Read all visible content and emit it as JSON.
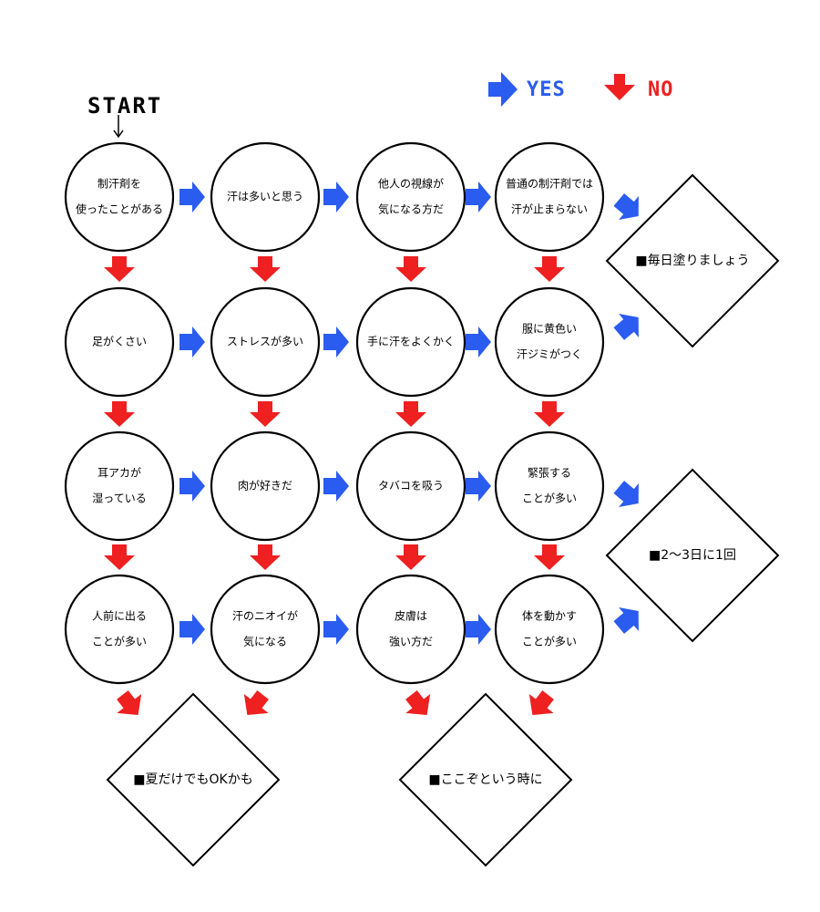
{
  "legend": {
    "yes_label": "YES",
    "no_label": "NO",
    "yes_color": "#2a5cf0",
    "no_color": "#ee2020"
  },
  "start_label": "START",
  "questions": [
    [
      "制汗剤を",
      "使ったことがある"
    ],
    [
      "汗は多いと思う"
    ],
    [
      "他人の視線が",
      "気になる方だ"
    ],
    [
      "普通の制汗剤では",
      "汗が止まらない"
    ],
    [
      "足がくさい"
    ],
    [
      "ストレスが多い"
    ],
    [
      "手に汗をよくかく"
    ],
    [
      "服に黄色い",
      "汗ジミがつく"
    ],
    [
      "耳アカが",
      "湿っている"
    ],
    [
      "肉が好きだ"
    ],
    [
      "タバコを吸う"
    ],
    [
      "緊張する",
      "ことが多い"
    ],
    [
      "人前に出る",
      "ことが多い"
    ],
    [
      "汗のニオイが",
      "気になる"
    ],
    [
      "皮膚は",
      "強い方だ"
    ],
    [
      "体を動かす",
      "ことが多い"
    ]
  ],
  "results": [
    "■毎日塗りましょう",
    "■2〜3日に1回",
    "■夏だけでもOKかも",
    "■ここぞという時に"
  ]
}
